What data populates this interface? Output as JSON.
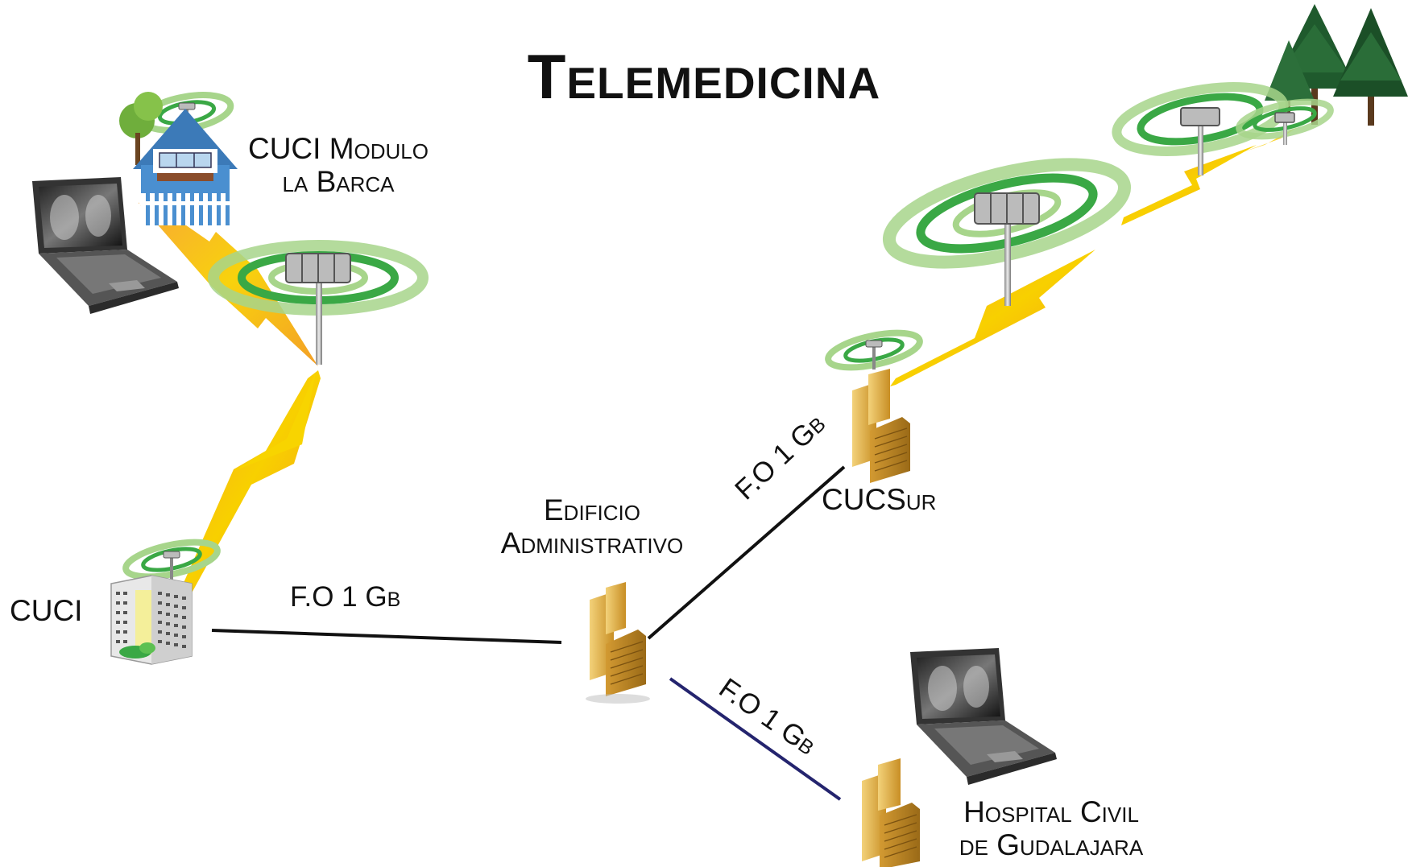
{
  "title": "Telemedicina",
  "nodes": {
    "cuci_modulo": {
      "line1": "CUCI Modulo",
      "line2": "la Barca"
    },
    "cuci": {
      "label": "CUCI"
    },
    "edificio": {
      "line1": "Edificio",
      "line2": "Administrativo"
    },
    "cucsur": {
      "label": "CUCSur"
    },
    "hospital": {
      "line1": "Hospital Civil",
      "line2": "de Gudalajara"
    }
  },
  "links": {
    "cuci_edificio": "F.O 1 Gb",
    "edificio_cucsur": "F.O 1 Gb",
    "edificio_hospital": "F.O 1 Gb"
  },
  "colors": {
    "fiber_black": "#111111",
    "fiber_blue": "#24246e",
    "wireless_bolt": "#f5c400",
    "wireless_tail": "#f59a1a",
    "radio_ring": "#3aa845",
    "building_gold": "#d9a93c"
  },
  "icons": [
    "tower-icon",
    "building-icon",
    "house-icon",
    "laptop-icon",
    "tree-icon",
    "lightning-icon"
  ]
}
